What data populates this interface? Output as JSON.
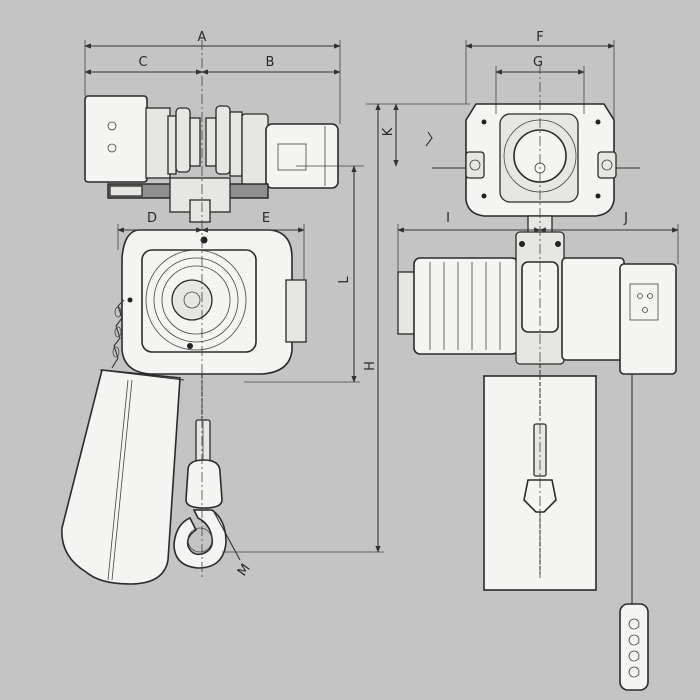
{
  "diagram": {
    "subject": "electric chain hoist with motorized trolley, front and side elevation views",
    "dimension_labels": {
      "A": "A",
      "B": "B",
      "C": "C",
      "D": "D",
      "E": "E",
      "L": "L",
      "H": "H",
      "M": "M",
      "F": "F",
      "G": "G",
      "K": "K",
      "I": "I",
      "J": "J"
    },
    "colors": {
      "background": "#c4c4c4",
      "line": "#2b2b2b",
      "part_fill": "#f4f4f2",
      "shade": "#8e8e8e"
    }
  }
}
